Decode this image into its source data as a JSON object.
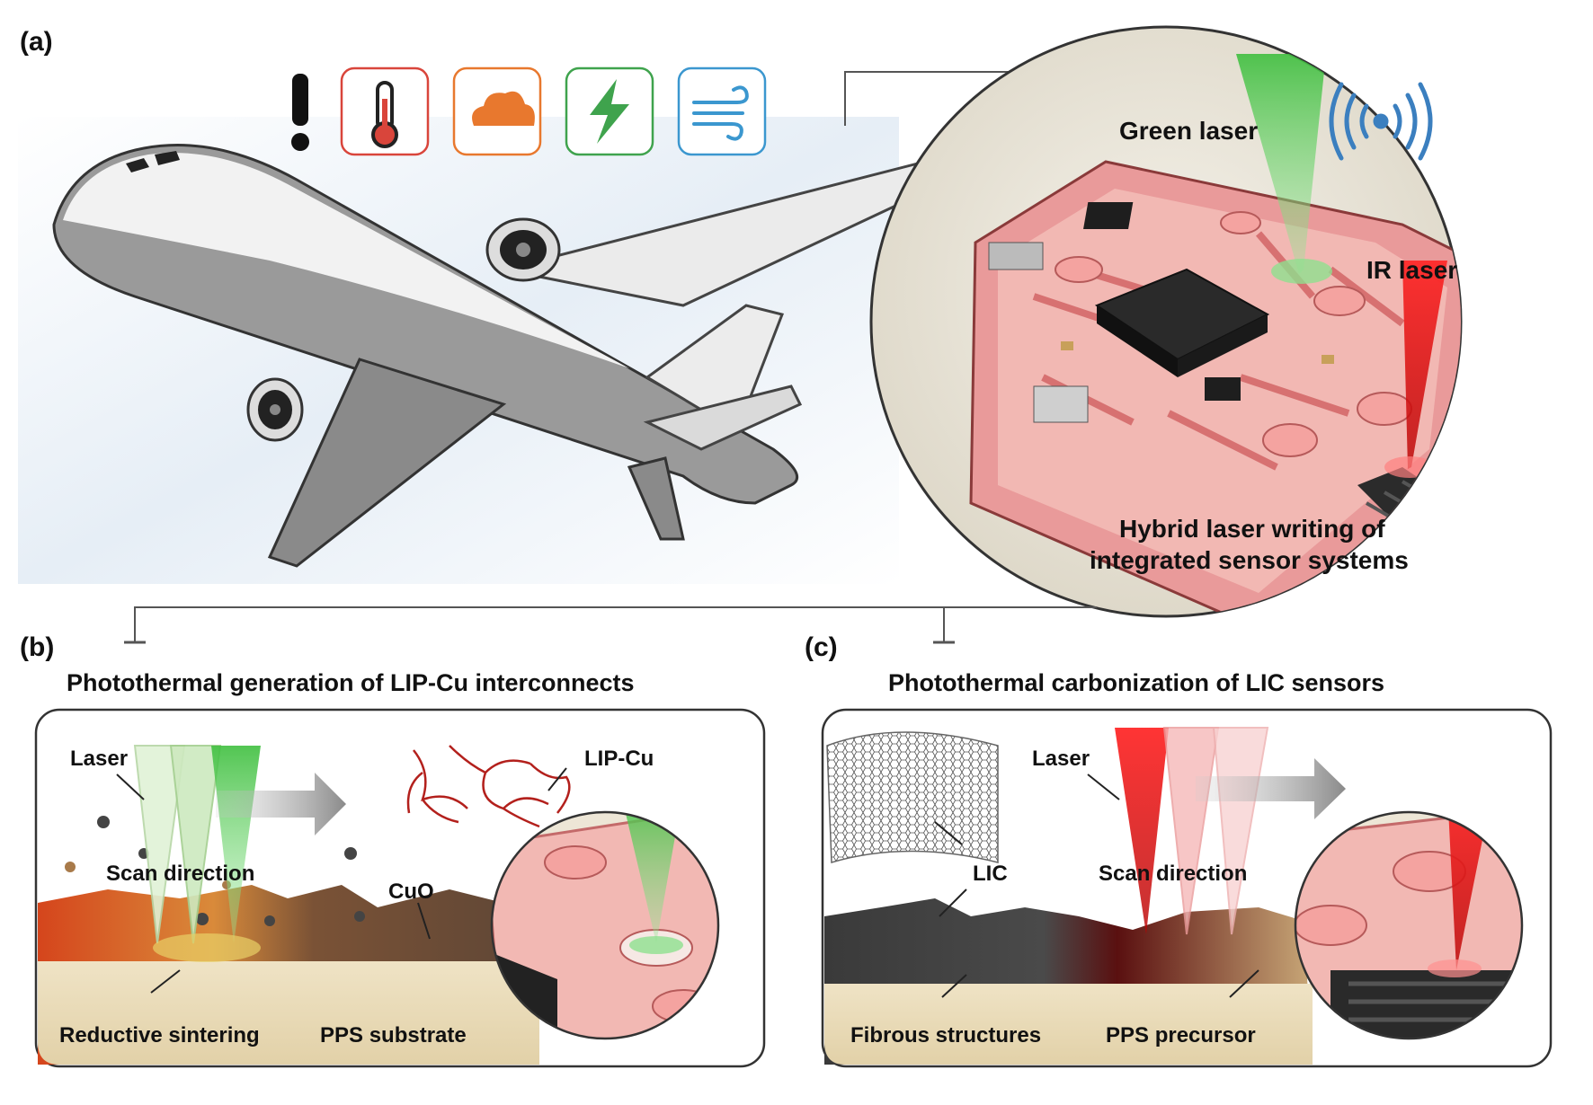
{
  "panels": {
    "a": {
      "letter": "(a)",
      "icons": [
        "exclamation-icon",
        "thermometer-icon",
        "cloud-icon",
        "lightning-icon",
        "wind-icon"
      ],
      "icon_colors": {
        "thermometer": "#d9453b",
        "cloud": "#e8782e",
        "lightning": "#3fa34d",
        "wind": "#3b97cf"
      },
      "green_laser": "Green laser",
      "ir_laser": "IR laser",
      "caption_line1": "Hybrid laser writing of",
      "caption_line2": "integrated sensor systems"
    },
    "b": {
      "letter": "(b)",
      "title": "Photothermal generation of LIP-Cu interconnects",
      "laser": "Laser",
      "scan_direction": "Scan direction",
      "lip_cu": "LIP-Cu",
      "cuo": "CuO",
      "reductive_sintering": "Reductive sintering",
      "pps_substrate": "PPS substrate"
    },
    "c": {
      "letter": "(c)",
      "title": "Photothermal carbonization of LIC sensors",
      "laser": "Laser",
      "lic": "LIC",
      "scan_direction": "Scan direction",
      "fibrous_structures": "Fibrous structures",
      "pps_precursor": "PPS precursor"
    }
  }
}
